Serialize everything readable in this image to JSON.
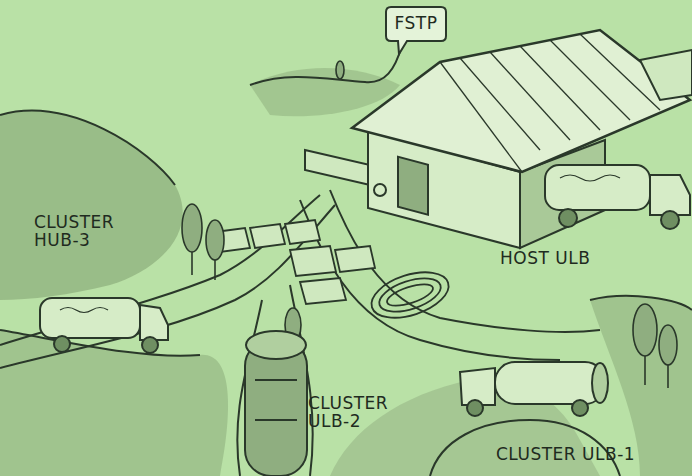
{
  "diagram": {
    "nodes": [
      {
        "text": [
          "FSTP"
        ]
      }
    ],
    "labels": [
      "CLUSTER HUB-3",
      "HOST ULB",
      "CLUSTER ULB-2",
      "CLUSTER ULB-1"
    ]
  }
}
